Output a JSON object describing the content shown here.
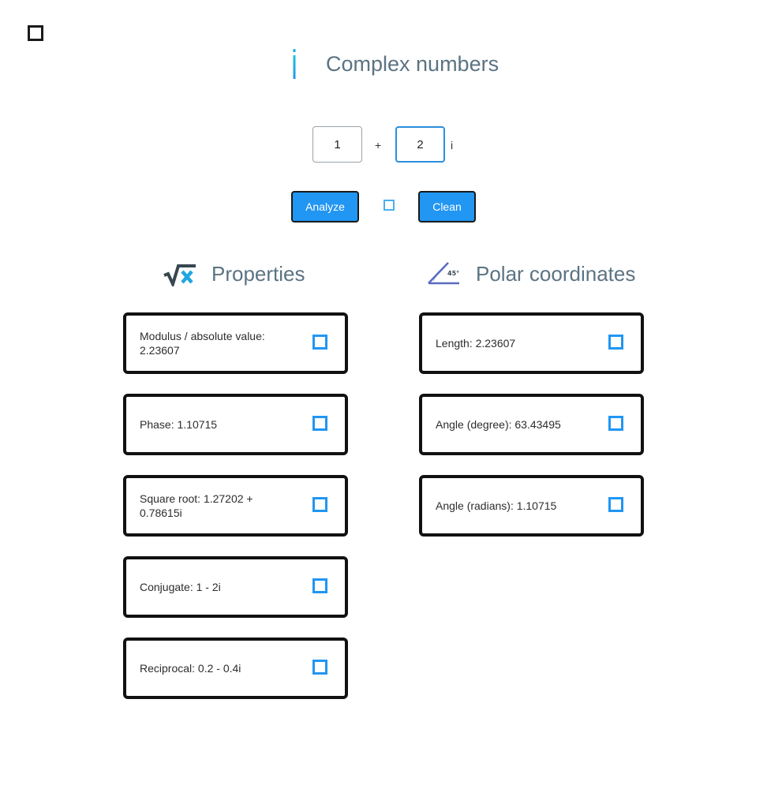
{
  "page": {
    "title": "Complex numbers"
  },
  "input": {
    "real_value": "1",
    "imag_value": "2",
    "plus_sign": "+",
    "imag_unit": "i"
  },
  "actions": {
    "analyze_label": "Analyze",
    "clean_label": "Clean"
  },
  "properties": {
    "title": "Properties",
    "icon": "square-root-x-icon",
    "items": [
      {
        "label": "Modulus / absolute value: 2.23607"
      },
      {
        "label": "Phase: 1.10715"
      },
      {
        "label": "Square root: 1.27202 + 0.78615i"
      },
      {
        "label": "Conjugate: 1 - 2i"
      },
      {
        "label": "Reciprocal: 0.2 - 0.4i"
      }
    ]
  },
  "polar": {
    "title": "Polar coordinates",
    "icon": "angle-45-icon",
    "angle_badge": "45°",
    "items": [
      {
        "label": "Length: 2.23607"
      },
      {
        "label": "Angle (degree): 63.43495"
      },
      {
        "label": "Angle (radians): 1.10715"
      }
    ]
  },
  "colors": {
    "accent": "#2196f3",
    "title_text": "#5b7383",
    "logo_gradient_top": "#21c3d8",
    "logo_gradient_bottom": "#2196f3",
    "card_border": "#111111"
  }
}
